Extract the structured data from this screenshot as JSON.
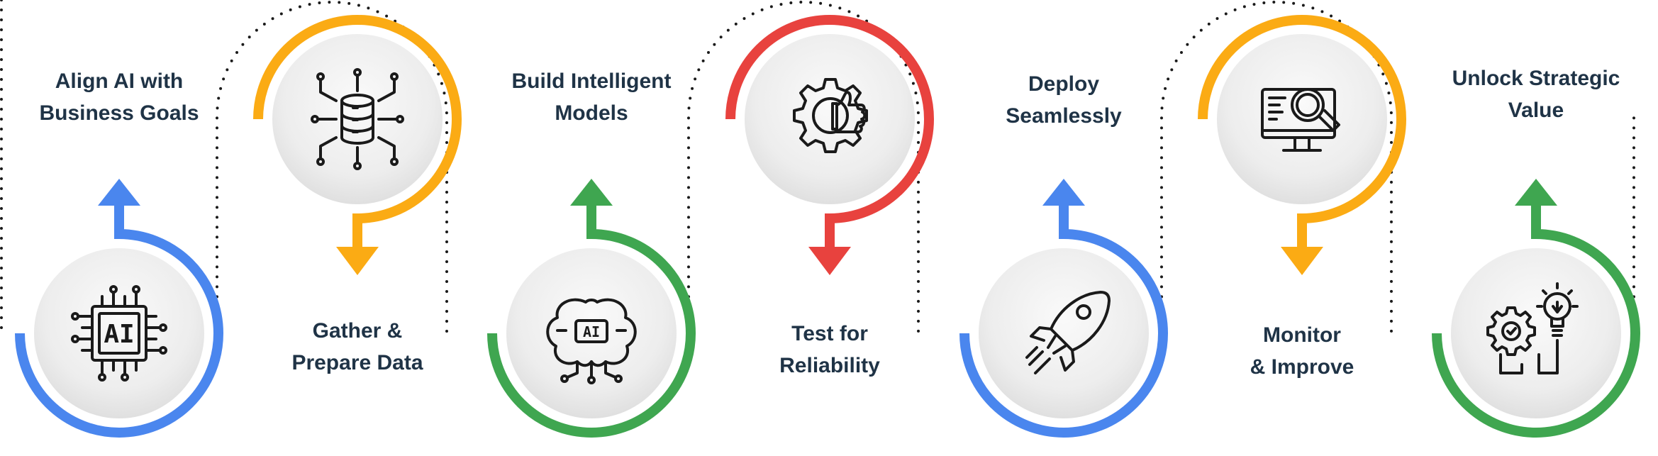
{
  "colors": {
    "blue": "#4a86ee",
    "orange": "#fbab14",
    "green": "#3fa650",
    "red": "#e8423e",
    "text": "#1f3346",
    "icon": "#1a1a1a",
    "dots": "#1a1a1a"
  },
  "steps": [
    {
      "id": "align",
      "lines": [
        "Align AI with",
        "Business Goals"
      ],
      "icon": "ai-chip-icon",
      "color": "blue",
      "arrow": "up",
      "circle": "bottom"
    },
    {
      "id": "gather",
      "lines": [
        "Gather &",
        "Prepare Data"
      ],
      "icon": "database-network-icon",
      "color": "orange",
      "arrow": "down",
      "circle": "top"
    },
    {
      "id": "build",
      "lines": [
        "Build Intelligent",
        "Models"
      ],
      "icon": "ai-brain-icon",
      "color": "green",
      "arrow": "up",
      "circle": "bottom"
    },
    {
      "id": "test",
      "lines": [
        "Test for",
        "Reliability"
      ],
      "icon": "gear-thumbs-up-icon",
      "color": "red",
      "arrow": "down",
      "circle": "top"
    },
    {
      "id": "deploy",
      "lines": [
        "Deploy",
        "Seamlessly"
      ],
      "icon": "rocket-icon",
      "color": "blue",
      "arrow": "up",
      "circle": "bottom"
    },
    {
      "id": "monitor",
      "lines": [
        "Monitor",
        "& Improve"
      ],
      "icon": "monitor-magnifier-icon",
      "color": "orange",
      "arrow": "down",
      "circle": "top"
    },
    {
      "id": "unlock",
      "lines": [
        "Unlock Strategic",
        "Value"
      ],
      "icon": "strategy-lightbulb-icon",
      "color": "green",
      "arrow": "up",
      "circle": "bottom"
    }
  ]
}
